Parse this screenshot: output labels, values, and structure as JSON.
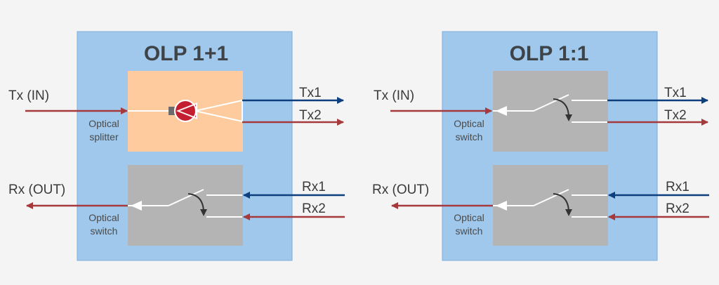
{
  "colors": {
    "background": "#f4f4f4",
    "panel": "#9fc8ec",
    "splitter": "#fdcb9d",
    "switch_box": "#b4b4b4",
    "tx1_line": "#0d3f7e",
    "red_line": "#a5393c",
    "splitter_node": "#c41f30"
  },
  "left_panel": {
    "title": "OLP 1+1",
    "tx_in": "Tx (IN)",
    "rx_out": "Rx (OUT)",
    "tx1": "Tx1",
    "tx2": "Tx2",
    "rx1": "Rx1",
    "rx2": "Rx2",
    "top_box_label_line1": "Optical",
    "top_box_label_line2": "splitter",
    "bottom_box_label_line1": "Optical",
    "bottom_box_label_line2": "switch"
  },
  "right_panel": {
    "title": "OLP 1:1",
    "tx_in": "Tx (IN)",
    "rx_out": "Rx (OUT)",
    "tx1": "Tx1",
    "tx2": "Tx2",
    "rx1": "Rx1",
    "rx2": "Rx2",
    "top_box_label_line1": "Optical",
    "top_box_label_line2": "switch",
    "bottom_box_label_line1": "Optical",
    "bottom_box_label_line2": "switch"
  }
}
